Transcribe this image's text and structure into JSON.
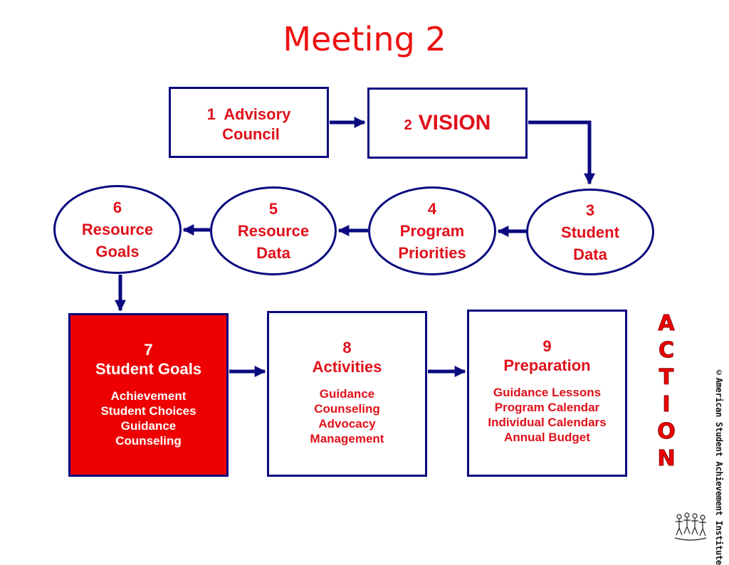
{
  "title": "Meeting 2",
  "steps": {
    "s1": {
      "num": "1",
      "label": "Advisory",
      "label2": "Council"
    },
    "s2": {
      "num": "2",
      "label": "VISION"
    },
    "s3": {
      "num": "3",
      "line1": "Student",
      "line2": "Data"
    },
    "s4": {
      "num": "4",
      "line1": "Program",
      "line2": "Priorities"
    },
    "s5": {
      "num": "5",
      "line1": "Resource",
      "line2": "Data"
    },
    "s6": {
      "num": "6",
      "line1": "Resource",
      "line2": "Goals"
    },
    "s7": {
      "num": "7",
      "heading": "Student Goals",
      "items": [
        "Achievement",
        "Student Choices",
        "Guidance",
        "Counseling"
      ]
    },
    "s8": {
      "num": "8",
      "heading": "Activities",
      "items": [
        "Guidance",
        "Counseling",
        "Advocacy",
        "Management"
      ]
    },
    "s9": {
      "num": "9",
      "heading": "Preparation",
      "items": [
        "Guidance Lessons",
        "Program Calendar",
        "Individual Calendars",
        "Annual Budget"
      ]
    }
  },
  "side_label": [
    "A",
    "C",
    "T",
    "I",
    "O",
    "N"
  ],
  "copyright": "©American Student Achievement Institute",
  "colors": {
    "accent_red": "#ee0000",
    "navy": "#0a0a80",
    "text_red": "#e0101a"
  }
}
